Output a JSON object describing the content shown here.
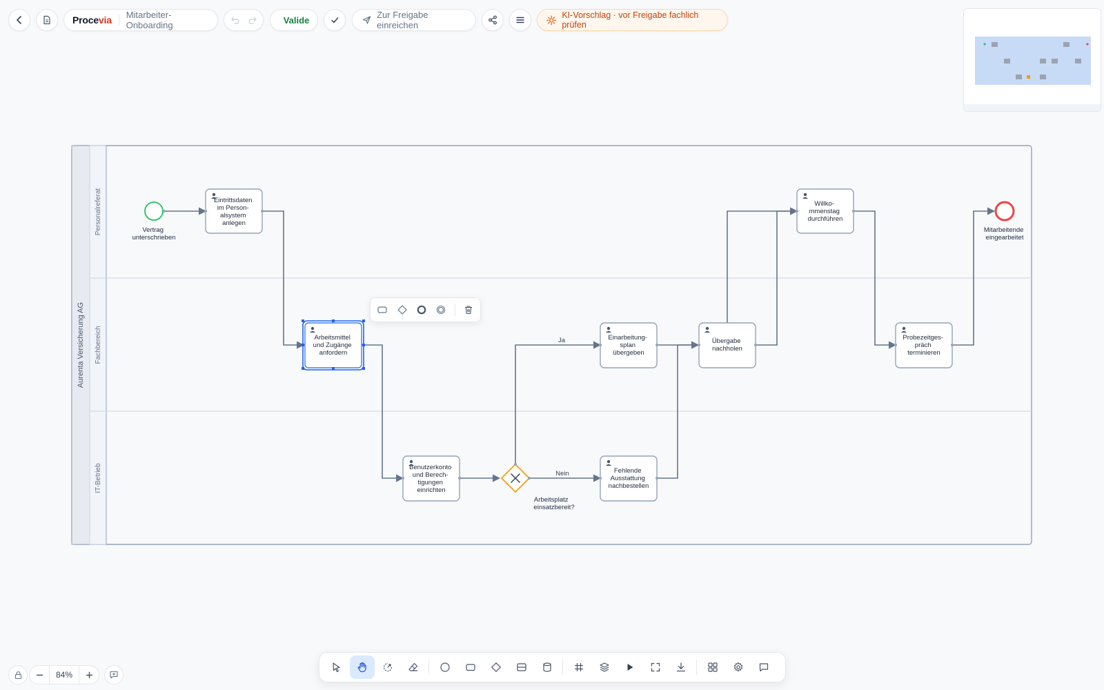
{
  "app": {
    "brand": "Procevia",
    "brand_accent": "via",
    "document_title": "Mitarbeiter-Onboarding"
  },
  "toolbar": {
    "status_label": "Valide",
    "status_color": "#22c55e",
    "submit_label": "Zur Freigabe einreichen",
    "ai_notice": "KI-Vorschlag · vor Freigabe fachlich prüfen"
  },
  "diagram": {
    "pool": "Aurenta Versicherung AG",
    "lanes": [
      "Personalreferat",
      "Fachbereich",
      "IT-Betrieb"
    ],
    "start_event": {
      "label": [
        "Vertrag",
        "unterschrieben"
      ]
    },
    "end_event": {
      "label": [
        "Mitarbeitende",
        "eingearbeitet"
      ]
    },
    "tasks": [
      {
        "id": "t1",
        "lines": [
          "Eintrittsdaten",
          "im Person-",
          "alsystem",
          "anlegen"
        ]
      },
      {
        "id": "t2",
        "lines": [
          "Arbeitsmittel",
          "und Zugänge",
          "anfordern"
        ],
        "selected": true
      },
      {
        "id": "t3",
        "lines": [
          "Benutzerkonto",
          "und Berech-",
          "tigungen",
          "einrichten"
        ]
      },
      {
        "id": "t4",
        "lines": [
          "Einarbeitung-",
          "splan",
          "übergeben"
        ]
      },
      {
        "id": "t5",
        "lines": [
          "Fehlende",
          "Ausstattung",
          "nachbestellen"
        ]
      },
      {
        "id": "t6",
        "lines": [
          "Übergabe",
          "nachholen"
        ]
      },
      {
        "id": "t7",
        "lines": [
          "Willko-",
          "mmenstag",
          "durchführen"
        ]
      },
      {
        "id": "t8",
        "lines": [
          "Probezeitges-",
          "präch",
          "terminieren"
        ]
      }
    ],
    "gateway": {
      "label": [
        "Arbeitsplatz",
        "einsatzbereit?"
      ]
    },
    "edge_labels": {
      "yes": "Ja",
      "no": "Nein"
    },
    "colors": {
      "start": "#22c55e",
      "end": "#ef4444",
      "gateway": "#f59e0b",
      "selection": "#2563eb",
      "edge": "#64748b"
    }
  },
  "zoom": {
    "level": "84%"
  },
  "icons": {
    "top": [
      "back-icon",
      "document-icon",
      "undo-icon",
      "redo-icon",
      "check-icon",
      "send-icon",
      "share-icon",
      "menu-icon",
      "sparkle-icon"
    ],
    "context": [
      "task-icon",
      "gateway-icon",
      "end-event-icon",
      "intermediate-event-icon",
      "trash-icon"
    ],
    "bottom": [
      "pointer-icon",
      "hand-icon",
      "lasso-icon",
      "eraser-icon",
      "event-icon",
      "task-icon",
      "gateway-icon",
      "lane-icon",
      "data-store-icon",
      "grid-icon",
      "layers-icon",
      "play-icon",
      "fullscreen-icon",
      "download-icon",
      "apps-icon",
      "settings-icon",
      "comment-icon"
    ]
  }
}
